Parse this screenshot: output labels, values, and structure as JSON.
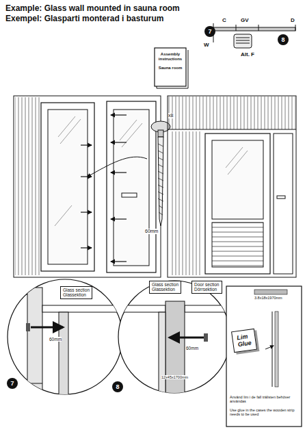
{
  "diagram": {
    "title": "Example: Glass wall mounted in sauna room",
    "nodes": [
      {
        "text": [
          "7"
        ]
      },
      {
        "text": [
          "8"
        ]
      },
      {
        "text": [
          "Assembly instructions",
          "Sauna room"
        ]
      },
      {
        "text": [
          "Glass section",
          "Glassektion"
        ]
      },
      {
        "text": [
          "Glass section",
          "Glassektion"
        ]
      },
      {
        "text": [
          "Door section",
          "Dörrsektion"
        ]
      },
      {
        "text": [
          "7"
        ]
      },
      {
        "text": [
          "8"
        ]
      },
      {
        "text": [
          "Lim",
          "Glue"
        ]
      }
    ],
    "labels": [
      "Exempel: Glasparti monterad i basturum",
      "C",
      "GV",
      "D",
      "W",
      "Alt. F",
      "x8",
      "60mm",
      "60mm",
      "60mm",
      "12x45x1700mm",
      "3.8x18x1970mm",
      "Använd lim i de fall trälisten behöver användas",
      "Use glue in the cases the wooden strip needs to be used"
    ]
  }
}
